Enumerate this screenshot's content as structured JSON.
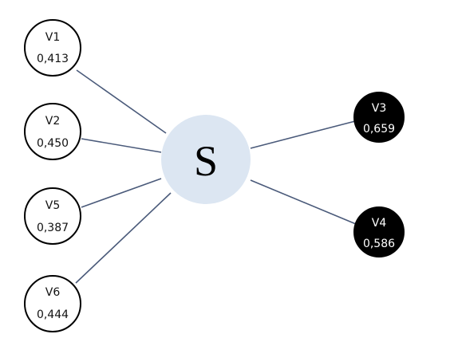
{
  "center": {
    "label": "S",
    "color": "#dce6f2"
  },
  "nodes": [
    {
      "id": "V1",
      "name": "V1",
      "value": "0,413",
      "style": "white"
    },
    {
      "id": "V2",
      "name": "V2",
      "value": "0,450",
      "style": "white"
    },
    {
      "id": "V5",
      "name": "V5",
      "value": "0,387",
      "style": "white"
    },
    {
      "id": "V6",
      "name": "V6",
      "value": "0,444",
      "style": "white"
    },
    {
      "id": "V3",
      "name": "V3",
      "value": "0,659",
      "style": "black"
    },
    {
      "id": "V4",
      "name": "V4",
      "value": "0,586",
      "style": "black"
    }
  ],
  "edges": [
    {
      "from": "S",
      "to": "V1"
    },
    {
      "from": "S",
      "to": "V2"
    },
    {
      "from": "S",
      "to": "V5"
    },
    {
      "from": "S",
      "to": "V6"
    },
    {
      "from": "S",
      "to": "V3"
    },
    {
      "from": "S",
      "to": "V4"
    }
  ]
}
